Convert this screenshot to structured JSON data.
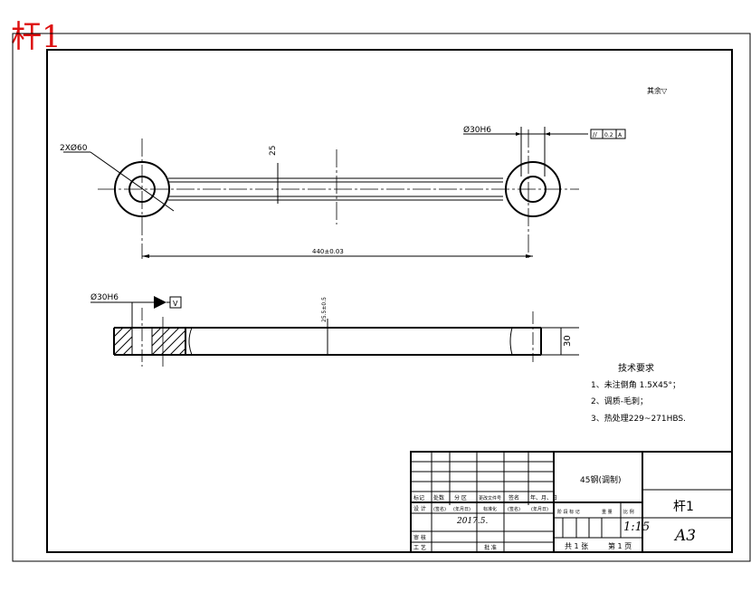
{
  "corner_title": "杆1",
  "surface_note": "其余▽",
  "dimensions": {
    "holes": "2XØ60",
    "bore_top": "Ø30H6",
    "width_25": "25",
    "length": "440±0.03",
    "bore_side": "Ø30H6",
    "datum": "V",
    "thickness": "30",
    "dim_tol": "25.5±0.5",
    "tol_frame": [
      "//",
      "0.2",
      "A"
    ]
  },
  "tech_req": {
    "title": "技术要求",
    "items": [
      "1、未注倒角 1.5X45°；",
      "2、调质-毛刺；",
      "3、热处理229~271HBS."
    ]
  },
  "title_block": {
    "material": "45钢(调制)",
    "part_name": "杆1",
    "paper": "A3",
    "scale": "1:15",
    "date": "2017.5.",
    "sheet_total": "共 1 张",
    "sheet_no": "第 1 页",
    "row_labels": [
      "标记",
      "处数",
      "分 区",
      "更改文件号",
      "签名",
      "年、月、日"
    ],
    "design_labels": [
      "设 计",
      "(签名)",
      "(年月日)",
      "标准化",
      "(签名)",
      "(年月日)"
    ],
    "review": "审 核",
    "craft": "工 艺",
    "approve": "批 准",
    "stage_labels": [
      "阶 段 标 记",
      "重 量",
      "比 例"
    ]
  }
}
